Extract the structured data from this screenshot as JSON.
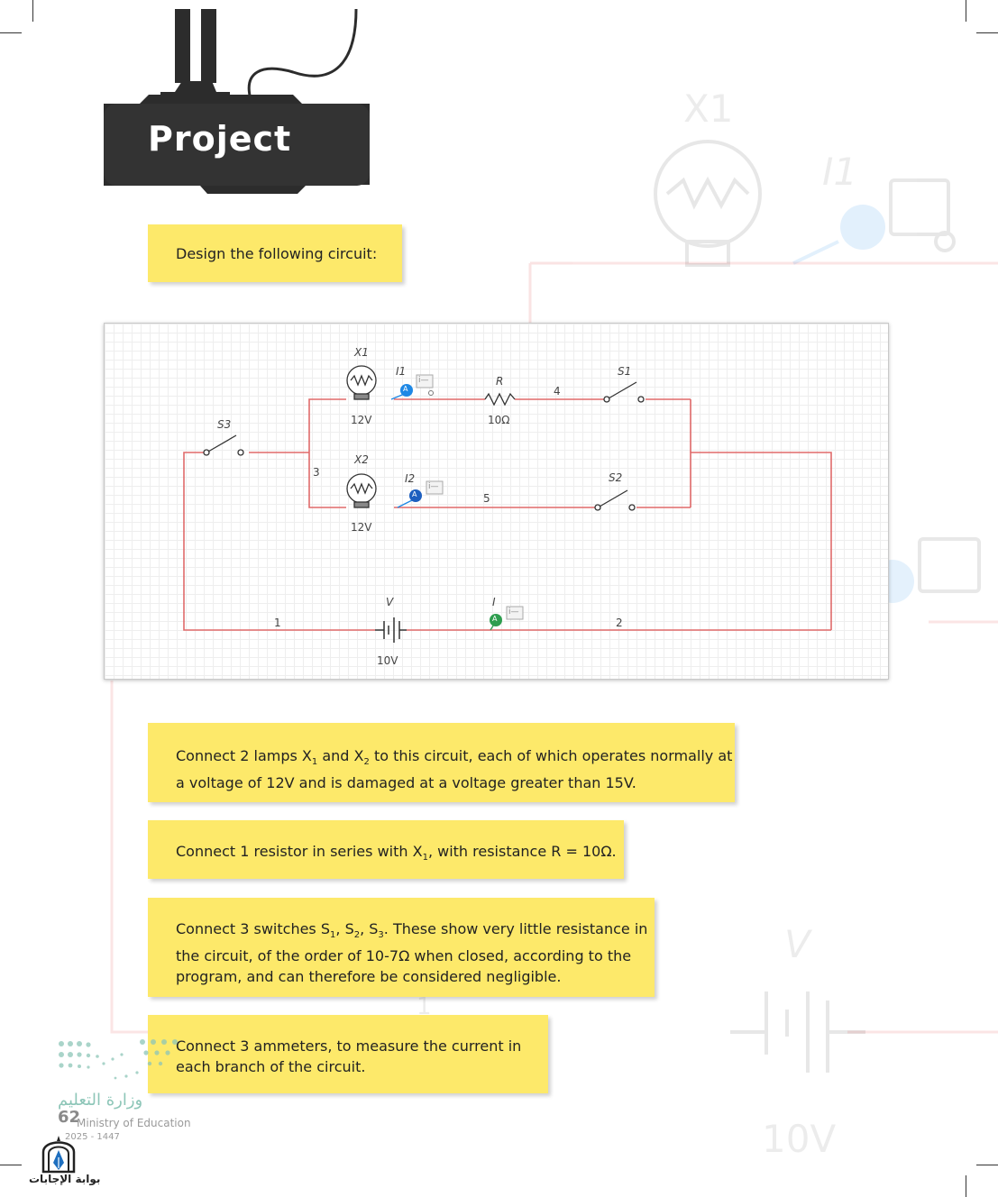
{
  "header": {
    "badge_title": "Project"
  },
  "intro_note": "Design the following circuit:",
  "circuit": {
    "lamp1": {
      "name": "X1",
      "rating": "12V"
    },
    "lamp2": {
      "name": "X2",
      "rating": "12V"
    },
    "resistor": {
      "name": "R",
      "value": "10Ω"
    },
    "switches": [
      "S1",
      "S2",
      "S3"
    ],
    "ammeters": [
      "I1",
      "I2",
      "I"
    ],
    "ammeter_badge": "A",
    "meter_tag": "i—",
    "battery": {
      "name": "V",
      "value": "10V"
    },
    "nodes": [
      "1",
      "2",
      "3",
      "4",
      "5"
    ]
  },
  "background_ghost": {
    "lamp": "X1",
    "ammeter": "I1",
    "battery_name": "V",
    "battery_value": "10V",
    "node": "1"
  },
  "notes": {
    "lamps": {
      "line1_a": "Connect 2 lamps X",
      "sub1": "1",
      "line1_b": " and X",
      "sub2": "2",
      "line1_c": " to this circuit, each of which operates normally at",
      "line2": "a voltage of 12V and is damaged at a voltage greater than 15V."
    },
    "resistor": {
      "a": "Connect 1 resistor in series with X",
      "sub": "1",
      "b": ", with resistance R = 10Ω."
    },
    "switches": {
      "a": "Connect 3 switches S",
      "sub1": "1",
      "b": ", S",
      "sub2": "2",
      "c": ", S",
      "sub3": "3",
      "d": ". These show very little resistance in",
      "line2": "the circuit, of the order of 10-7Ω when closed, according to the",
      "line3": "program, and can therefore be considered negligible."
    },
    "ammeters": {
      "line1": "Connect 3 ammeters, to measure the current in",
      "line2": "each branch of the circuit."
    }
  },
  "footer": {
    "ministry_ar": "وزارة التعليم",
    "ministry_en": "Ministry of Education",
    "page_number": "62",
    "year": "2025 - 1447",
    "portal": "بوابة الإجابات"
  },
  "colors": {
    "note_yellow": "#fde96a",
    "wire_red": "#e06a6a",
    "ammeter_blue": "#1e88e5",
    "ammeter_green": "#2e9e4f"
  }
}
